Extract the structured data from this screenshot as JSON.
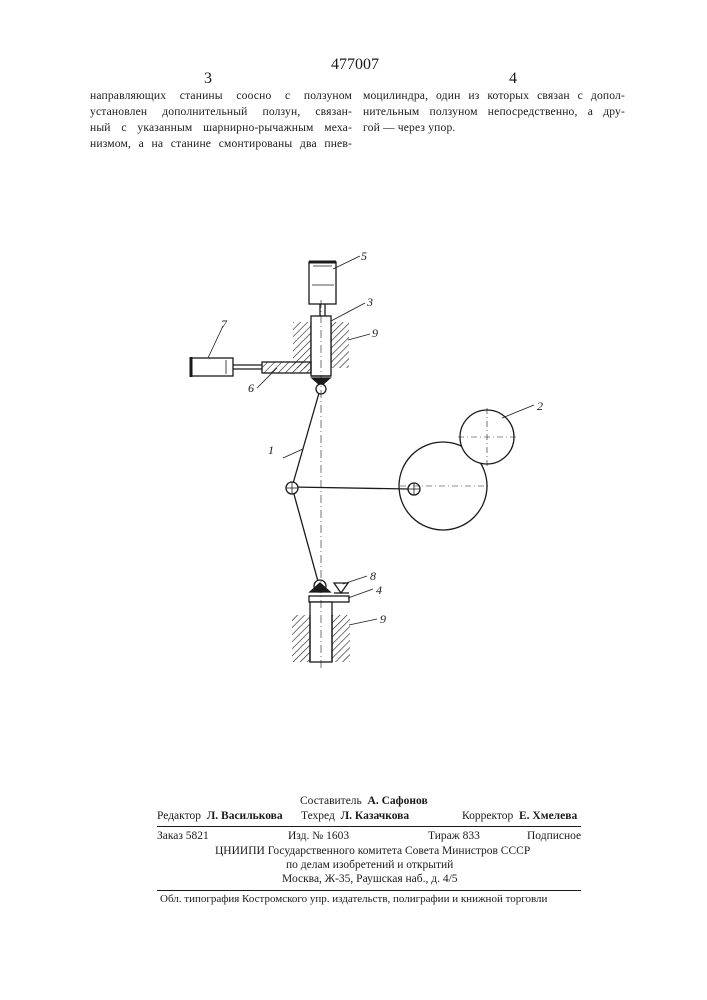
{
  "header": {
    "patent_number": "477007",
    "page_left": "3",
    "page_right": "4"
  },
  "text_left": [
    "направляющих станины соосно с ползуном",
    "установлен дополнительный ползун, связан-",
    "ный с указанным шарнирно-рычажным меха-",
    "низмом, а на станине смонтированы два пнев-"
  ],
  "text_right": [
    "моцилиндра, один из которых связан с допол-",
    "нительным ползуном непосредственно, а дру-",
    "гой — через упор."
  ],
  "figure": {
    "labels": [
      "5",
      "3",
      "9",
      "7",
      "6",
      "2",
      "1",
      "8",
      "4",
      "9"
    ]
  },
  "imprint": {
    "composer_label": "Составитель",
    "composer_name": "А. Сафонов",
    "editor_label": "Редактор",
    "editor_name": "Л. Василькова",
    "techred_label": "Техред",
    "techred_name": "Л. Казачкова",
    "corrector_label": "Корректор",
    "corrector_name": "Е. Хмелева",
    "order": "Заказ 5821",
    "edition": "Изд. № 1603",
    "circulation": "Тираж 833",
    "subscription": "Подписное",
    "org_line1": "ЦНИИПИ Государственного комитета Совета Министров СССР",
    "org_line2": "по делам изобретений и открытий",
    "org_line3": "Москва, Ж-35, Раушская наб., д. 4/5",
    "printing": "Обл. типография Костромского упр. издательств, полиграфии и книжной торговли"
  }
}
